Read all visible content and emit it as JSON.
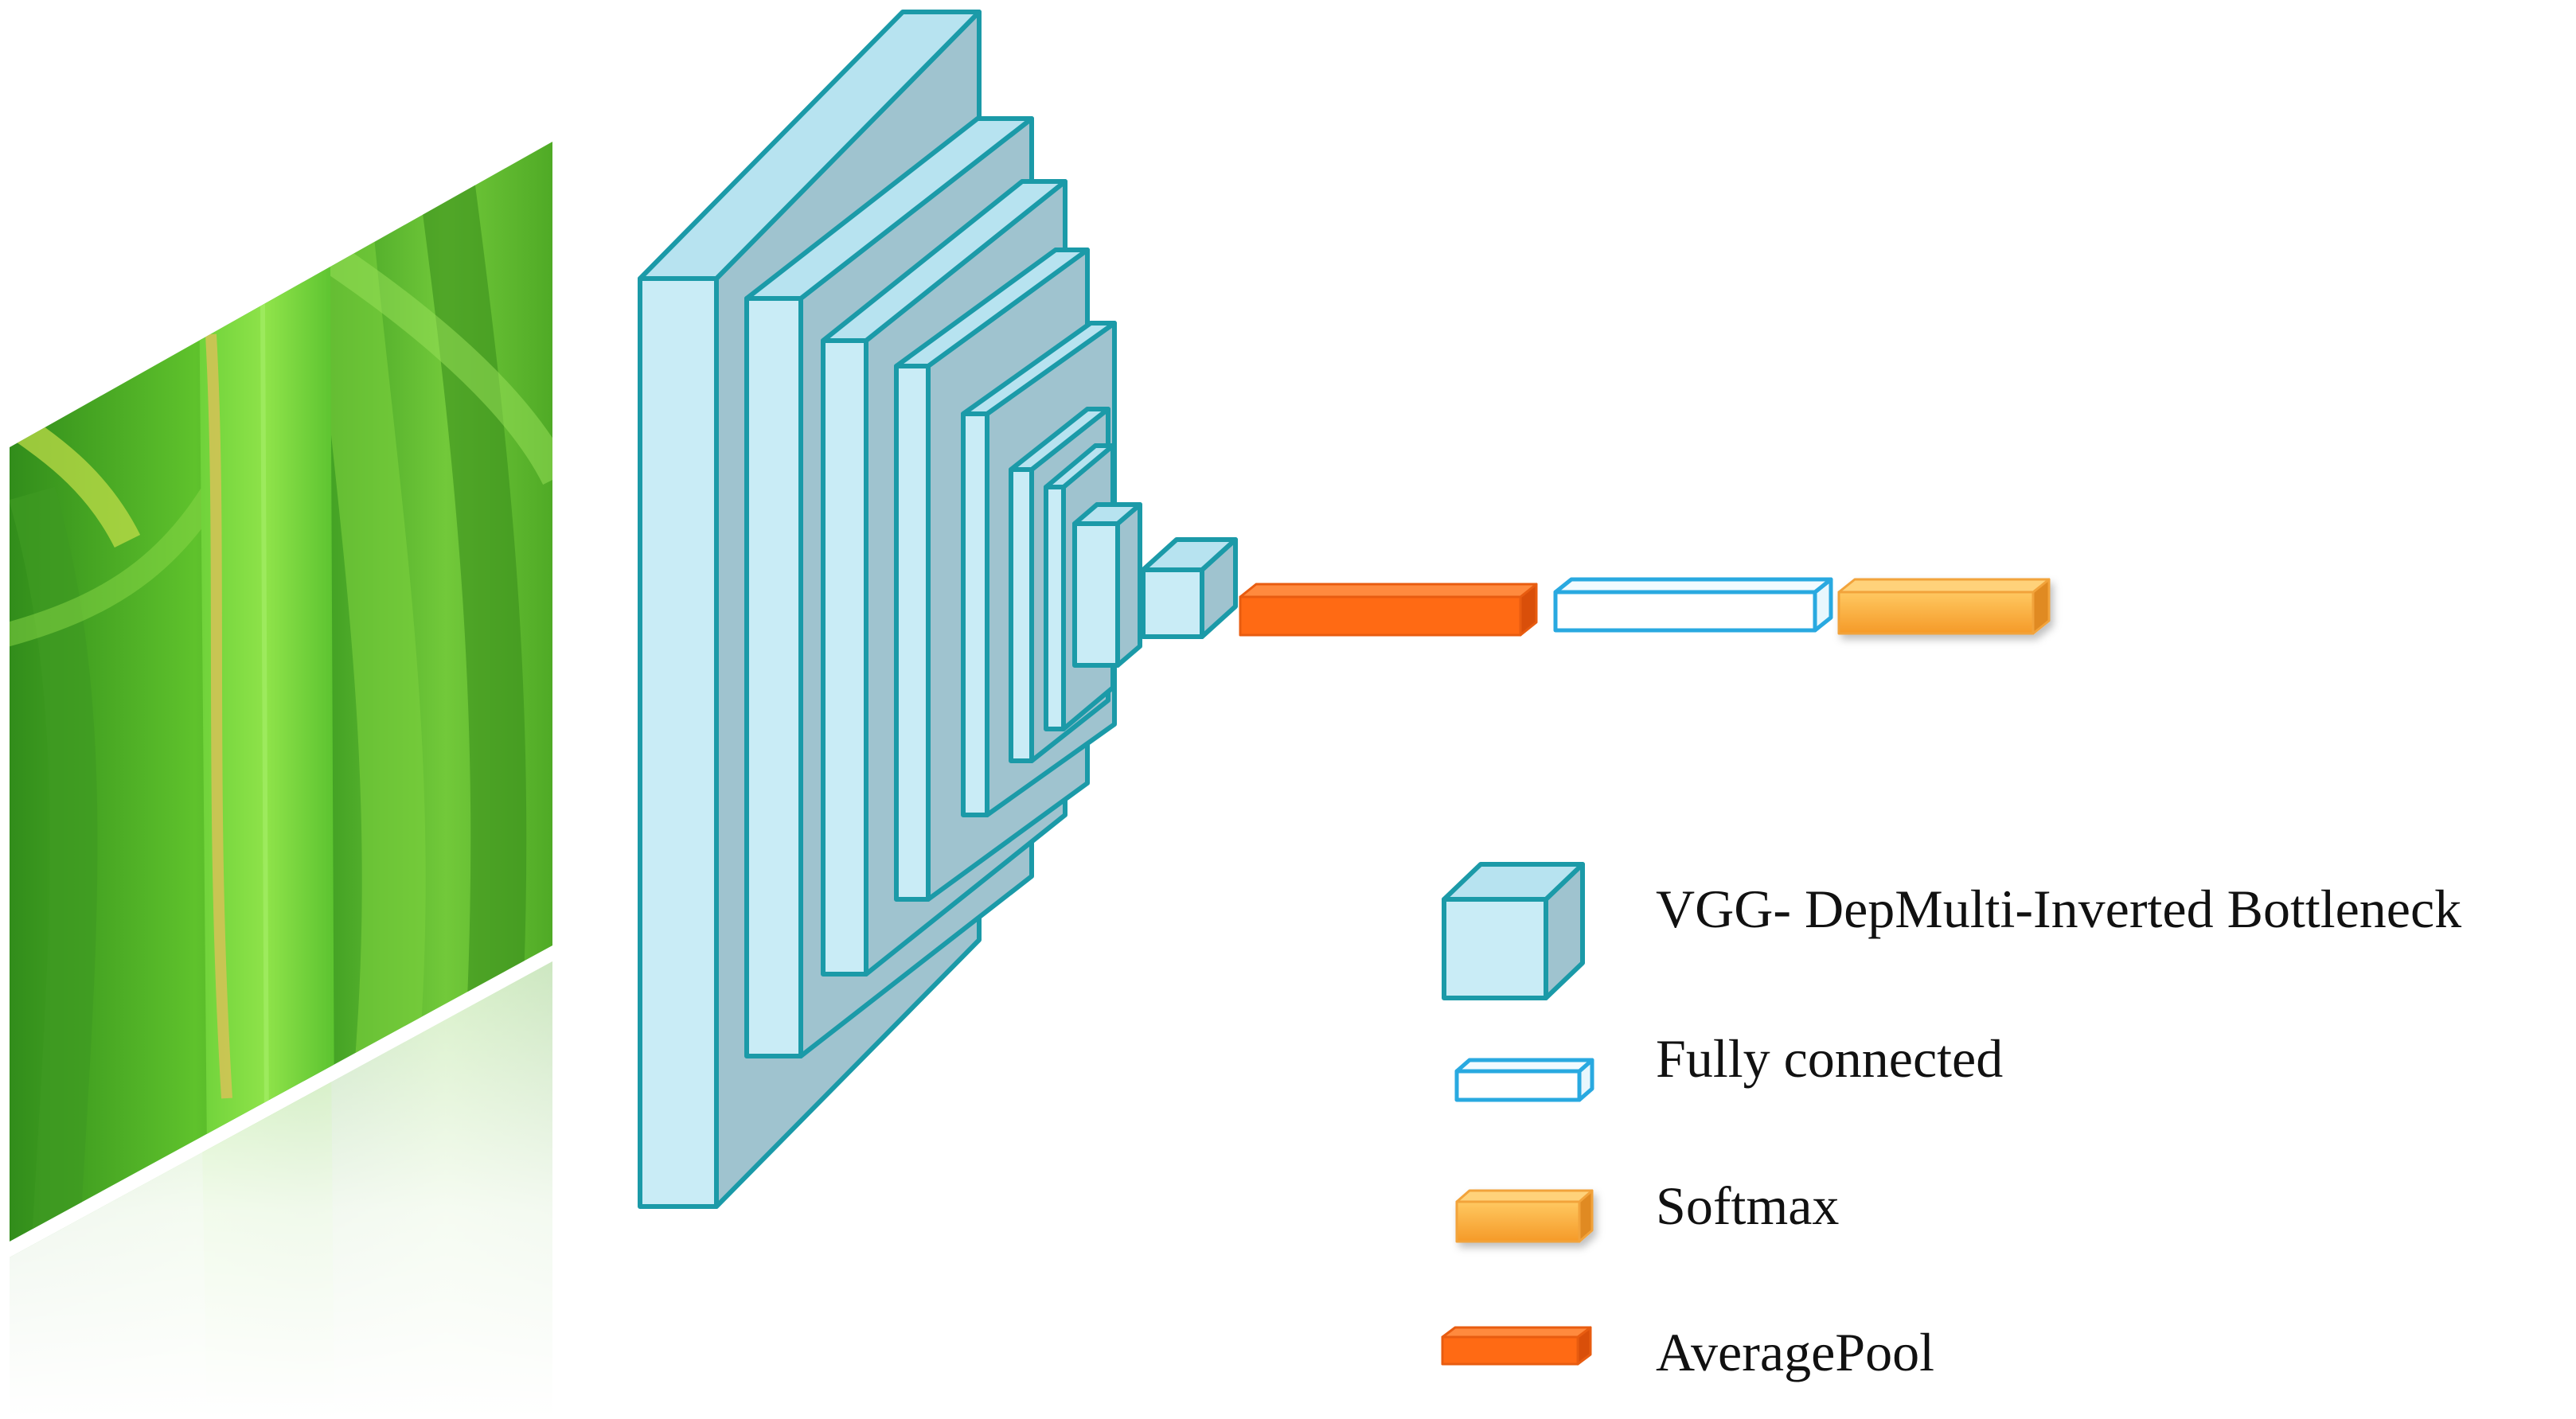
{
  "diagram": {
    "input_image": {
      "subject": "rice-leaf-photo",
      "colors": [
        "#2f7d1c",
        "#5bbf2e",
        "#8ede3d",
        "#d4b24a"
      ]
    },
    "blocks": {
      "face_fill": "#c9ecf6",
      "side_fill": "#9fc3cf",
      "top_fill": "#b7e3f0",
      "stroke": "#1b9aa8",
      "count": 9
    },
    "pipeline": [
      {
        "kind": "averagepool",
        "color": "#ff6a14"
      },
      {
        "kind": "fully-connected",
        "color": "#29a9e0"
      },
      {
        "kind": "softmax",
        "color": "#ffb245"
      }
    ],
    "legend": {
      "items": [
        {
          "label": "VGG- DepMulti-Inverted Bottleneck",
          "icon": "cube-icon"
        },
        {
          "label": "Fully connected",
          "icon": "hollow-bar-icon"
        },
        {
          "label": "Softmax",
          "icon": "orange-bar-icon"
        },
        {
          "label": "AveragePool",
          "icon": "red-bar-icon"
        }
      ]
    }
  }
}
